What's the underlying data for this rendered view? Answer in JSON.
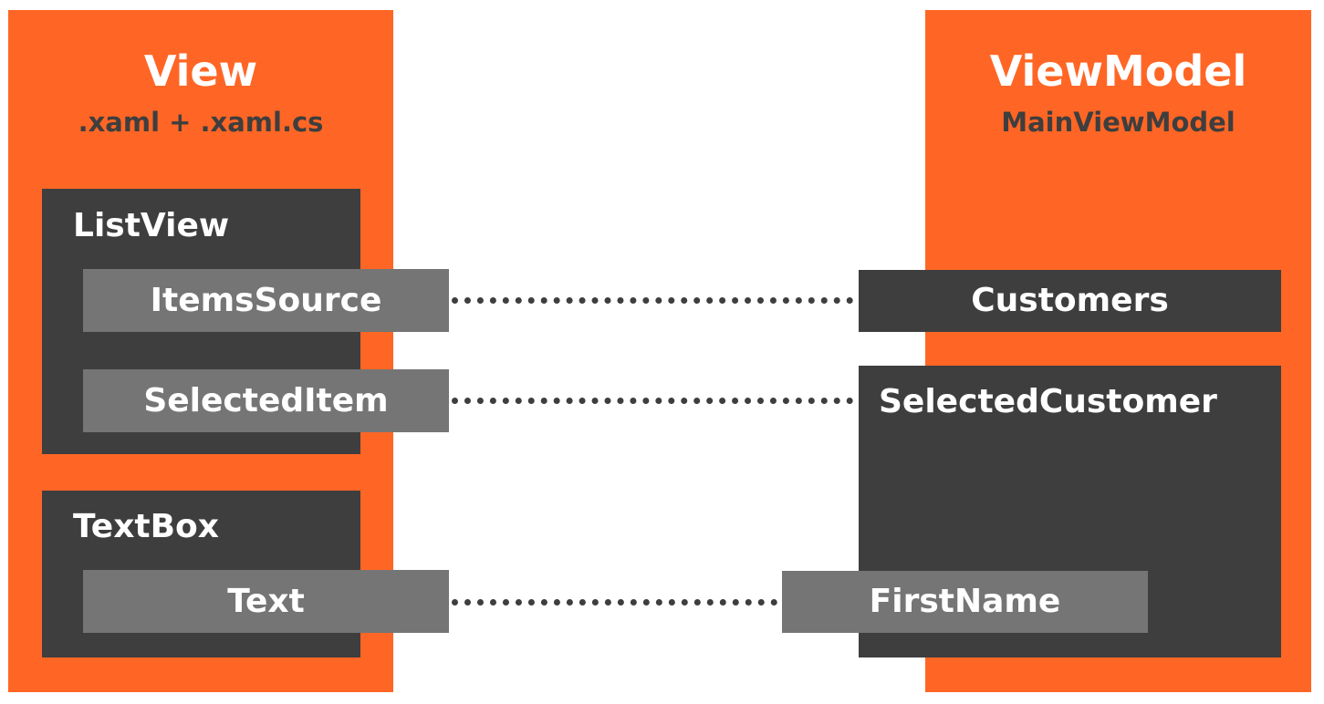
{
  "view": {
    "title": "View",
    "subtitle": ".xaml + .xaml.cs",
    "listview": {
      "heading": "ListView",
      "items_source": "ItemsSource",
      "selected_item": "SelectedItem"
    },
    "textbox": {
      "heading": "TextBox",
      "text": "Text"
    }
  },
  "viewmodel": {
    "title": "ViewModel",
    "subtitle": "MainViewModel",
    "customers": "Customers",
    "selected_customer": {
      "heading": "SelectedCustomer",
      "first_name": "FirstName"
    }
  },
  "colors": {
    "orange": "#ff6625",
    "dark": "#3e3e3e",
    "grey": "#757575"
  }
}
